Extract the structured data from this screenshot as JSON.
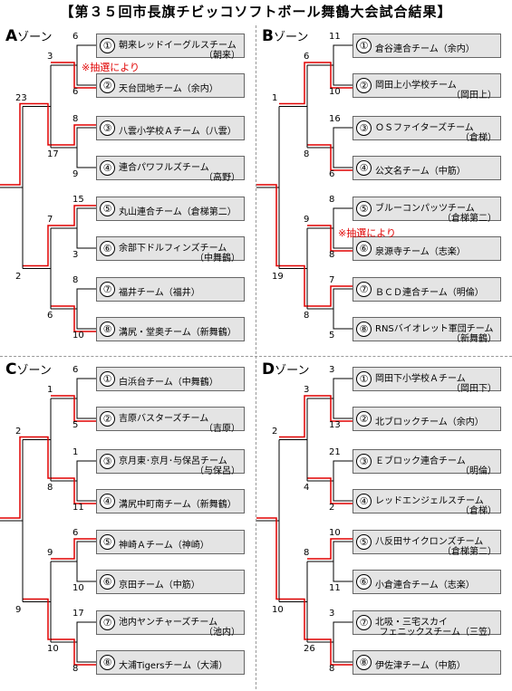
{
  "title": "【第３５回市長旗チビッコソフトボール舞鶴大会試合結果】",
  "zone_suffix": "ゾーン",
  "zones": [
    {
      "letter": "A",
      "teams": [
        {
          "num": "①",
          "l1": "朝来レッドイーグルスチーム",
          "l2": "（朝来）"
        },
        {
          "num": "②",
          "l1": "天台団地チーム（余内）",
          "l2": ""
        },
        {
          "num": "③",
          "l1": "八雲小学校Ａチーム（八雲）",
          "l2": ""
        },
        {
          "num": "④",
          "l1": "連合パワフルズチーム",
          "l2": "（高野）"
        },
        {
          "num": "⑤",
          "l1": "丸山連合チーム（倉梯第二）",
          "l2": ""
        },
        {
          "num": "⑥",
          "l1": "余部下ドルフィンズチーム",
          "l2": "（中舞鶴）"
        },
        {
          "num": "⑦",
          "l1": "福井チーム（福井）",
          "l2": ""
        },
        {
          "num": "⑧",
          "l1": "溝尻・堂奥チーム（新舞鶴）",
          "l2": ""
        }
      ],
      "r1_scores": [
        "6",
        "6",
        "8",
        "9",
        "15",
        "3",
        "8",
        "10"
      ],
      "r2_scores": [
        "3",
        "17",
        "7",
        "6"
      ],
      "r3_scores": [
        "23",
        "2"
      ],
      "note": "※抽選により"
    },
    {
      "letter": "B",
      "teams": [
        {
          "num": "①",
          "l1": "倉谷連合チーム（余内）",
          "l2": ""
        },
        {
          "num": "②",
          "l1": "岡田上小学校チーム",
          "l2": "（岡田上）"
        },
        {
          "num": "③",
          "l1": "ＯＳファイターズチーム",
          "l2": "（倉梯）"
        },
        {
          "num": "④",
          "l1": "公文名チーム（中筋）",
          "l2": ""
        },
        {
          "num": "⑤",
          "l1": "ブルーコンパッツチーム",
          "l2": "（倉梯第二）"
        },
        {
          "num": "⑥",
          "l1": "泉源寺チーム（志楽）",
          "l2": ""
        },
        {
          "num": "⑦",
          "l1": "ＢＣＤ連合チーム（明倫）",
          "l2": ""
        },
        {
          "num": "⑧",
          "l1": "RNSバイオレット軍団チーム",
          "l2": "（新舞鶴）"
        }
      ],
      "r1_scores": [
        "11",
        "10",
        "16",
        "6",
        "8",
        "8",
        "7",
        "5"
      ],
      "r2_scores": [
        "6",
        "8",
        "9",
        "8"
      ],
      "r3_scores": [
        "1",
        "19"
      ],
      "note": "※抽選により"
    },
    {
      "letter": "C",
      "teams": [
        {
          "num": "①",
          "l1": "白浜台チーム（中舞鶴）",
          "l2": ""
        },
        {
          "num": "②",
          "l1": "吉原バスターズチーム",
          "l2": "（吉原）"
        },
        {
          "num": "③",
          "l1": "京月東･京月･与保呂チーム",
          "l2": "（与保呂）"
        },
        {
          "num": "④",
          "l1": "溝尻中町南チーム（新舞鶴）",
          "l2": ""
        },
        {
          "num": "⑤",
          "l1": "神崎Ａチーム（神崎）",
          "l2": ""
        },
        {
          "num": "⑥",
          "l1": "京田チーム（中筋）",
          "l2": ""
        },
        {
          "num": "⑦",
          "l1": "池内ヤンチャーズチーム",
          "l2": "（池内）"
        },
        {
          "num": "⑧",
          "l1": "大浦Tigersチーム（大浦）",
          "l2": ""
        }
      ],
      "r1_scores": [
        "6",
        "5",
        "1",
        "11",
        "6",
        "10",
        "17",
        "8"
      ],
      "r2_scores": [
        "1",
        "8",
        "9",
        "10"
      ],
      "r3_scores": [
        "2",
        "9"
      ],
      "note": ""
    },
    {
      "letter": "D",
      "teams": [
        {
          "num": "①",
          "l1": "岡田下小学校Ａチーム",
          "l2": "（岡田下）"
        },
        {
          "num": "②",
          "l1": "北ブロックチーム（余内）",
          "l2": ""
        },
        {
          "num": "③",
          "l1": "Ｅブロック連合チーム",
          "l2": "（明倫）"
        },
        {
          "num": "④",
          "l1": "レッドエンジェルスチーム",
          "l2": "（倉梯）"
        },
        {
          "num": "⑤",
          "l1": "八反田サイクロンズチーム",
          "l2": "（倉梯第二）"
        },
        {
          "num": "⑥",
          "l1": "小倉連合チーム（志楽）",
          "l2": ""
        },
        {
          "num": "⑦",
          "l1": "北吸・三宅スカイ",
          "l2": "フェニックスチーム（三笠）"
        },
        {
          "num": "⑧",
          "l1": "伊佐津チーム（中筋）",
          "l2": ""
        }
      ],
      "r1_scores": [
        "3",
        "13",
        "21",
        "2",
        "10",
        "11",
        "3",
        "8"
      ],
      "r2_scores": [
        "3",
        "4",
        "8",
        "26"
      ],
      "r3_scores": [
        "2",
        "10"
      ],
      "note": ""
    }
  ],
  "results": [
    {
      "r1": [
        1,
        0,
        0,
        1
      ],
      "r2": [
        1,
        0
      ],
      "final": 0
    },
    {
      "r1": [
        1,
        1,
        1,
        0
      ],
      "r2": [
        0,
        1
      ],
      "final": 1
    },
    {
      "r1": [
        1,
        1,
        0,
        1
      ],
      "r2": [
        1,
        1
      ],
      "final": 0
    },
    {
      "r1": [
        1,
        1,
        0,
        1
      ],
      "r2": [
        0,
        1
      ],
      "final": 1
    }
  ],
  "colors": {
    "win": "#e00000",
    "line": "#000000",
    "box": "#e4e4e4"
  }
}
